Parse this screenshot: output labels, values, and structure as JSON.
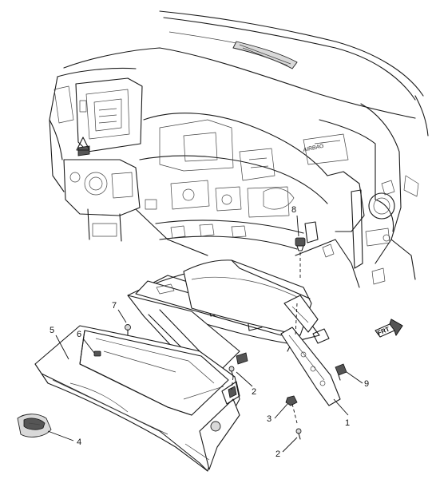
{
  "diagram": {
    "callouts": [
      {
        "id": "c1",
        "label": "1"
      },
      {
        "id": "c2a",
        "label": "2"
      },
      {
        "id": "c2b",
        "label": "2"
      },
      {
        "id": "c3",
        "label": "3"
      },
      {
        "id": "c4",
        "label": "4"
      },
      {
        "id": "c5",
        "label": "5"
      },
      {
        "id": "c6",
        "label": "6"
      },
      {
        "id": "c7",
        "label": "7"
      },
      {
        "id": "c8",
        "label": "8"
      },
      {
        "id": "c9",
        "label": "9"
      }
    ],
    "airbag_label": "AIRBAG",
    "forward_label": "FRT"
  }
}
